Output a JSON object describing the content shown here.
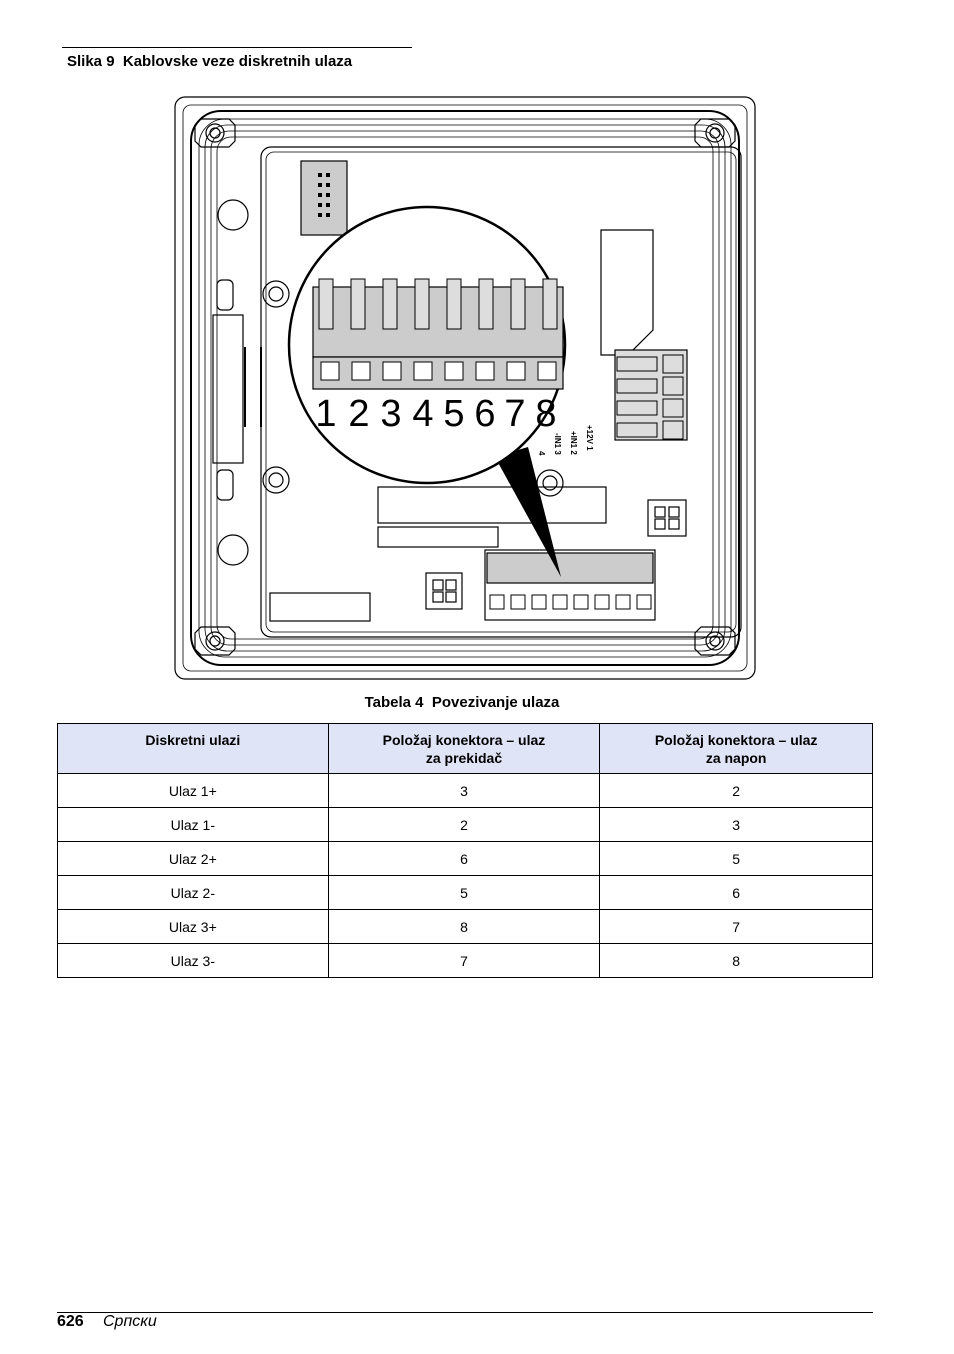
{
  "figure": {
    "caption": "Slika 9  Kablovske veze diskretnih ulaza",
    "pin_numbers": [
      "1",
      "2",
      "3",
      "4",
      "5",
      "6",
      "7",
      "8"
    ],
    "board_labels": [
      "+12V 1",
      "+IN1 2",
      "-IN1 3",
      "4"
    ]
  },
  "table": {
    "caption": "Tabela 4  Povezivanje ulaza",
    "headers": [
      {
        "line1": "Diskretni ulazi",
        "line2": ""
      },
      {
        "line1": "Položaj konektora – ulaz",
        "line2": "za prekidač"
      },
      {
        "line1": "Položaj konektora – ulaz",
        "line2": "za napon"
      }
    ],
    "rows": [
      [
        "Ulaz 1+",
        "3",
        "2"
      ],
      [
        "Ulaz 1-",
        "2",
        "3"
      ],
      [
        "Ulaz 2+",
        "6",
        "5"
      ],
      [
        "Ulaz 2-",
        "5",
        "6"
      ],
      [
        "Ulaz 3+",
        "8",
        "7"
      ],
      [
        "Ulaz 3-",
        "7",
        "8"
      ]
    ]
  },
  "footer": {
    "page_number": "626",
    "language": "Српски"
  }
}
